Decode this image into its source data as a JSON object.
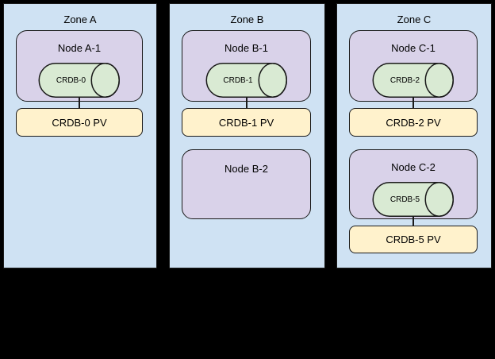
{
  "zones": [
    {
      "label": "Zone A",
      "nodes": [
        {
          "label": "Node A-1",
          "pod_label": "CRDB-0",
          "pv_label": "CRDB-0 PV"
        }
      ]
    },
    {
      "label": "Zone B",
      "nodes": [
        {
          "label": "Node B-1",
          "pod_label": "CRDB-1",
          "pv_label": "CRDB-1 PV"
        },
        {
          "label": "Node B-2"
        }
      ]
    },
    {
      "label": "Zone C",
      "nodes": [
        {
          "label": "Node C-1",
          "pod_label": "CRDB-2",
          "pv_label": "CRDB-2 PV"
        },
        {
          "label": "Node C-2",
          "pod_label": "CRDB-5",
          "pv_label": "CRDB-5 PV"
        }
      ]
    }
  ],
  "colors": {
    "background": "#000000",
    "zone_fill": "#cfe2f3",
    "node_fill": "#d9d2e9",
    "pod_fill": "#d9ead3",
    "pv_fill": "#fff2cc",
    "stroke": "#1a1a1a",
    "text": "#000000"
  }
}
